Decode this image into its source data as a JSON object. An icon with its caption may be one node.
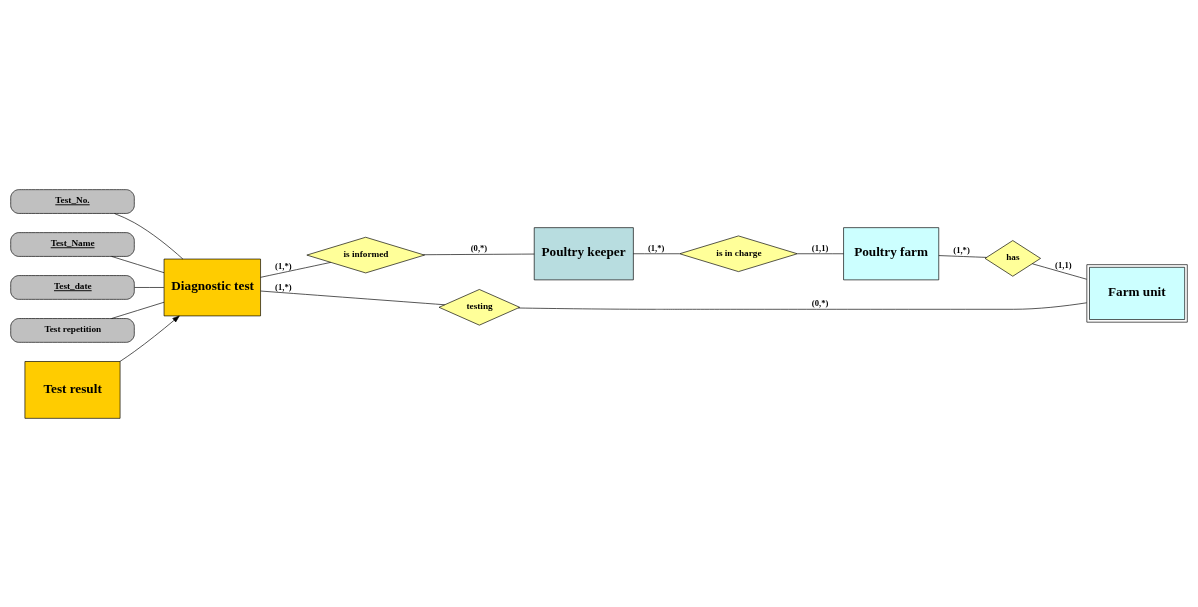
{
  "diagram": {
    "nodes": [
      {
        "text": [
          "Poultry keeper"
        ]
      },
      {
        "text": [
          "is in charge"
        ]
      },
      {
        "text": [
          "Poultry farm"
        ]
      },
      {
        "text": [
          "is informed"
        ]
      },
      {
        "text": [
          "has"
        ]
      },
      {
        "text": [
          "Test_No."
        ]
      },
      {
        "text": [
          "Test_Name"
        ]
      },
      {
        "text": [
          "Test_date"
        ]
      },
      {
        "text": [
          "Test repetition"
        ]
      },
      {
        "text": [
          "Diagnostic test"
        ]
      },
      {
        "text": [
          "testing"
        ]
      },
      {
        "text": [
          "Farm unit"
        ]
      },
      {
        "text": [
          "Test result"
        ]
      }
    ],
    "edges": [
      {
        "from": 0,
        "to": 1,
        "arrow": "none",
        "label": "(1,*)"
      },
      {
        "from": 1,
        "to": 2,
        "arrow": "none",
        "label": "(1,1)"
      },
      {
        "from": 3,
        "to": 0,
        "arrow": "none",
        "label": "(0,*)"
      },
      {
        "from": 9,
        "to": 3,
        "arrow": "none",
        "label": "(1,*)"
      },
      {
        "from": 2,
        "to": 4,
        "arrow": "none",
        "label": "(1,*)"
      },
      {
        "from": 4,
        "to": 11,
        "arrow": "none",
        "label": "(1,1)"
      },
      {
        "from": 5,
        "to": 9,
        "arrow": "none"
      },
      {
        "from": 6,
        "to": 9,
        "arrow": "none"
      },
      {
        "from": 7,
        "to": 9,
        "arrow": "none"
      },
      {
        "from": 8,
        "to": 9,
        "arrow": "none"
      },
      {
        "from": 9,
        "to": 10,
        "arrow": "none",
        "label": "(1,*)"
      },
      {
        "from": 10,
        "to": 11,
        "arrow": "none",
        "label": "(0,*)"
      },
      {
        "from": 12,
        "to": 9,
        "arrow": "to"
      }
    ]
  }
}
